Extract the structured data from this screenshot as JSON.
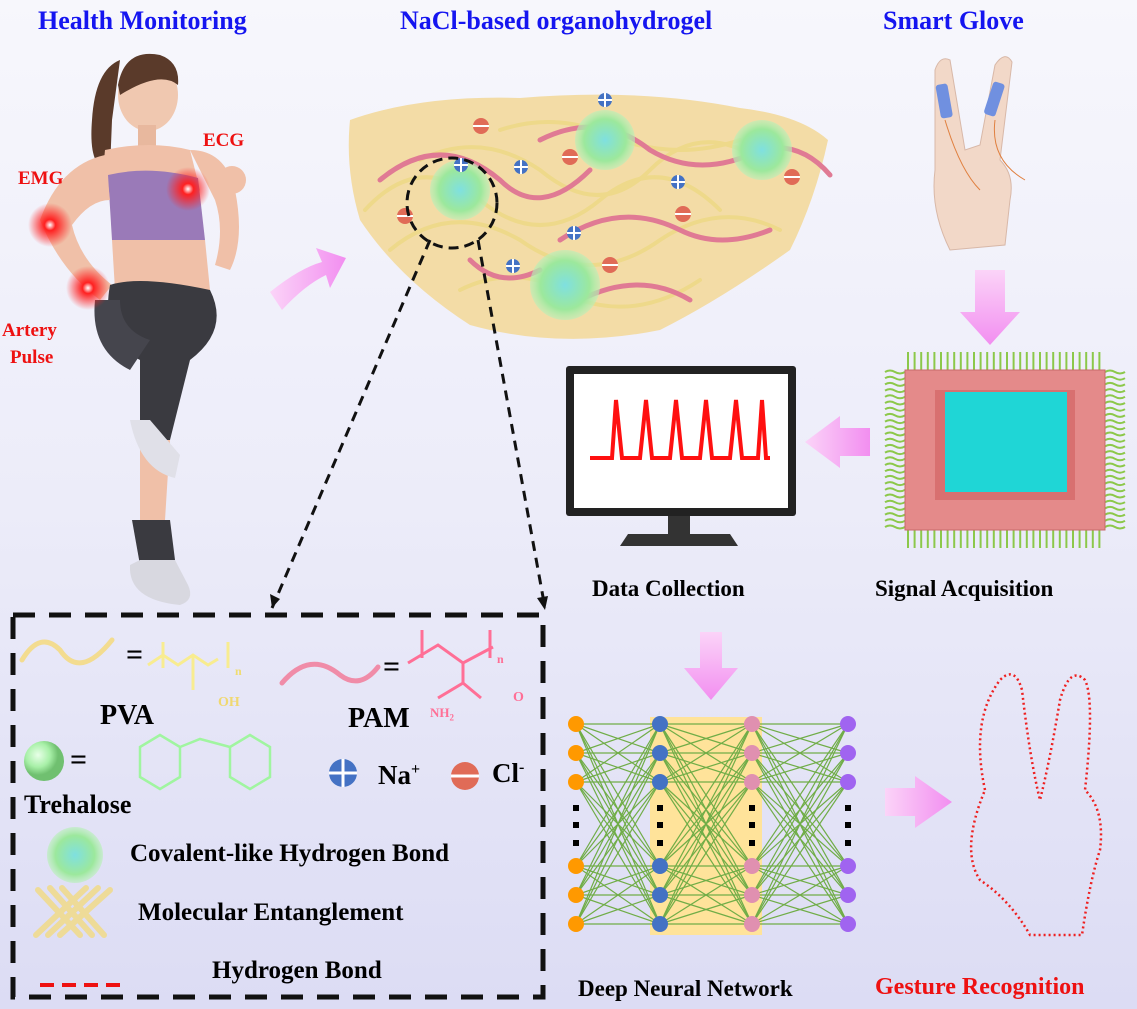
{
  "titles": {
    "health": "Health Monitoring",
    "hydrogel": "NaCl-based organohydrogel",
    "glove": "Smart Glove"
  },
  "body_labels": {
    "ecg": "ECG",
    "emg": "EMG",
    "artery": "Artery",
    "pulse": "Pulse"
  },
  "pipeline": {
    "data_collection": "Data Collection",
    "signal_acquisition": "Signal Acquisition",
    "dnn": "Deep Neural Network",
    "gesture": "Gesture Recognition"
  },
  "legend": {
    "pva": "PVA",
    "pam": "PAM",
    "trehalose": "Trehalose",
    "na": "Na",
    "na_sup": "+",
    "cl": "Cl",
    "cl_sup": "-",
    "oh": "OH",
    "nh2": "NH",
    "nh2_sub": "2",
    "o": "O",
    "n": "n",
    "equals": "=",
    "covalent": "Covalent-like Hydrogen Bond",
    "entanglement": "Molecular Entanglement",
    "hbond": "Hydrogen Bond"
  },
  "colors": {
    "title": "#1515f0",
    "pva": "#f5e08a",
    "pam": "#ec7c9c",
    "trehalose": "#a8f0a8",
    "na": "#4472c4",
    "cl": "#e06b57",
    "arrow": "#f4a8f0"
  },
  "network": {
    "layers": [
      {
        "color": "#ff9900"
      },
      {
        "color": "#4472c4"
      },
      {
        "color": "#e090b0"
      },
      {
        "color": "#a064f0"
      }
    ]
  }
}
